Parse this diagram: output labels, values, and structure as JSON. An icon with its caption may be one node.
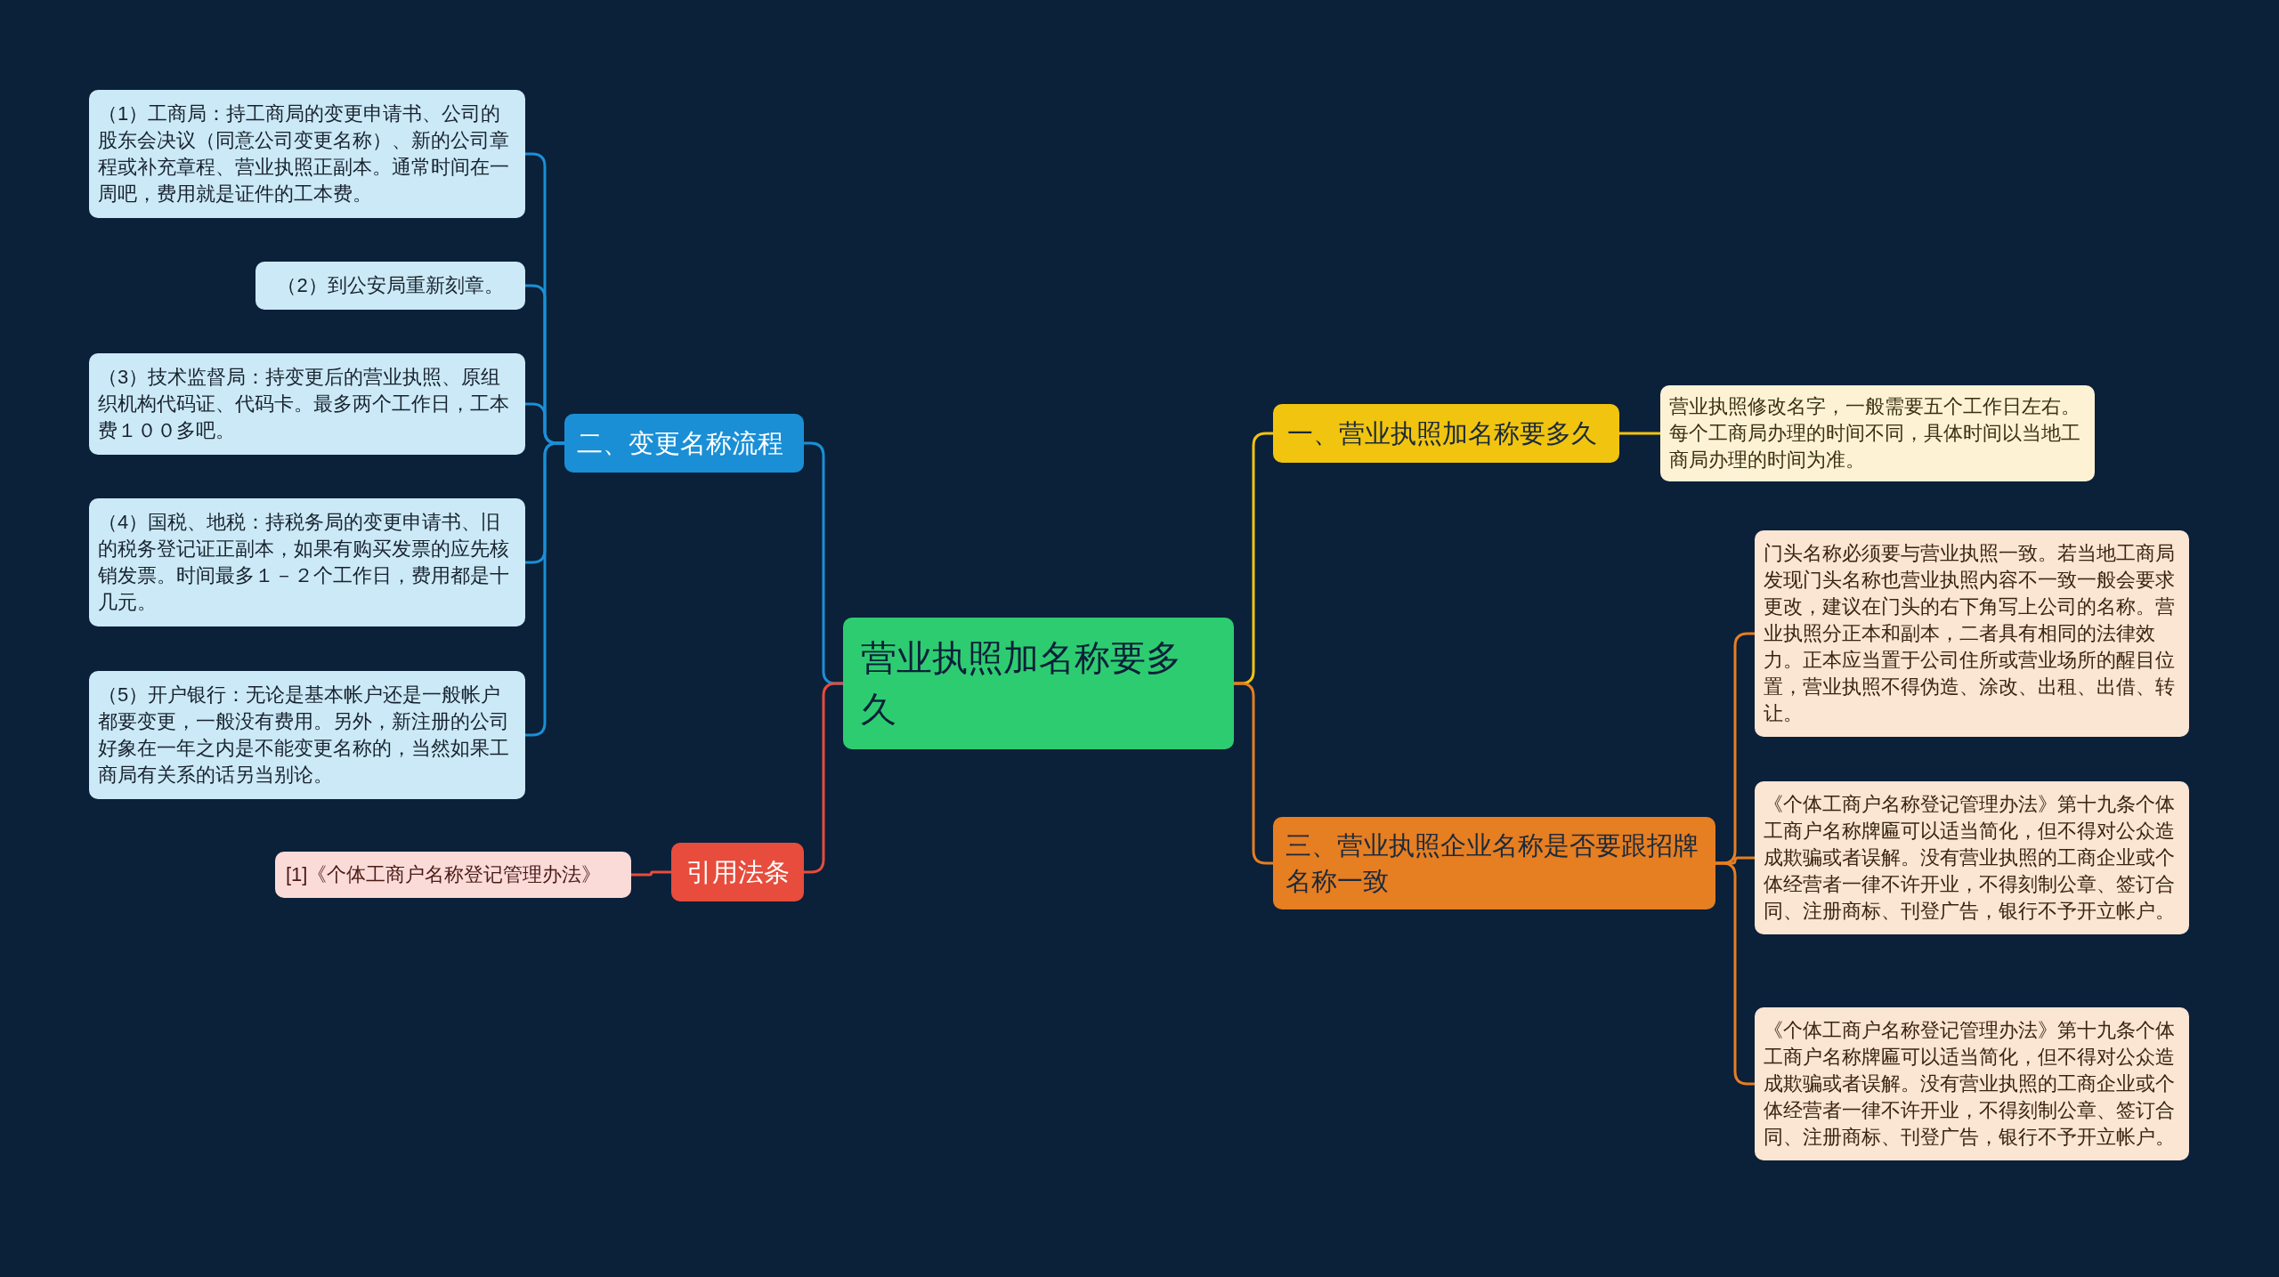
{
  "diagram": {
    "nodes": [
      {
        "text": [
          "营业执照加名称要多久"
        ]
      },
      {
        "text": [
          "一、营业执照加名称要多久"
        ]
      },
      {
        "text": [
          "营业执照修改名字，一般需要五个工作日左右。每个工商局办理的时间不同，具体时间以当地工商局办理的时间为准。"
        ]
      },
      {
        "text": [
          "二、变更名称流程"
        ]
      },
      {
        "text": [
          "（1）工商局：持工商局的变更申请书、公司的股东会决议（同意公司变更名称）、新的公司章程或补充章程、营业执照正副本。通常时间在一周吧，费用就是证件的工本费。"
        ]
      },
      {
        "text": [
          "（2）到公安局重新刻章。"
        ]
      },
      {
        "text": [
          "（3）技术监督局：持变更后的营业执照、原组织机构代码证、代码卡。最多两个工作日，工本费１００多吧。"
        ]
      },
      {
        "text": [
          "（4）国税、地税：持税务局的变更申请书、旧的税务登记证正副本，如果有购买发票的应先核销发票。时间最多１－２个工作日，费用都是十几元。"
        ]
      },
      {
        "text": [
          "（5）开户银行：无论是基本帐户还是一般帐户都要变更，一般没有费用。另外，新注册的公司好象在一年之内是不能变更名称的，当然如果工商局有关系的话另当别论。"
        ]
      },
      {
        "text": [
          "三、营业执照企业名称是否要跟招牌名称一致"
        ]
      },
      {
        "text": [
          "门头名称必须要与营业执照一致。若当地工商局发现门头名称也营业执照内容不一致一般会要求更改，建议在门头的右下角写上公司的名称。营业执照分正本和副本，二者具有相同的法律效力。正本应当置于公司住所或营业场所的醒目位置，营业执照不得伪造、涂改、出租、出借、转让。"
        ]
      },
      {
        "text": [
          "《个体工商户名称登记管理办法》第十九条个体工商户名称牌匾可以适当简化，但不得对公众造成欺骗或者误解。没有营业执照的工商企业或个体经营者一律不许开业，不得刻制公章、签订合同、注册商标、刊登广告，银行不予开立帐户。"
        ]
      },
      {
        "text": [
          "《个体工商户名称登记管理办法》第十九条个体工商户名称牌匾可以适当简化，但不得对公众造成欺骗或者误解。没有营业执照的工商企业或个体经营者一律不许开业，不得刻制公章、签订合同、注册商标、刊登广告，银行不予开立帐户。"
        ]
      },
      {
        "text": [
          "引用法条"
        ]
      },
      {
        "text": [
          "[1]《个体工商户名称登记管理办法》"
        ]
      }
    ],
    "edges": [
      {
        "from": 0,
        "to": 1,
        "arrow": "none",
        "color": "#f1c40f"
      },
      {
        "from": 1,
        "to": 2,
        "arrow": "none",
        "color": "#f1c40f"
      },
      {
        "from": 0,
        "to": 3,
        "arrow": "none"
      },
      {
        "from": 3,
        "to": 4,
        "arrow": "none"
      },
      {
        "from": 3,
        "to": 5,
        "arrow": "none"
      },
      {
        "from": 3,
        "to": 6,
        "arrow": "none"
      },
      {
        "from": 3,
        "to": 7,
        "arrow": "none"
      },
      {
        "from": 3,
        "to": 8,
        "arrow": "none"
      },
      {
        "from": 0,
        "to": 9,
        "arrow": "none",
        "color": "#e67e22"
      },
      {
        "from": 9,
        "to": 10,
        "arrow": "none",
        "color": "#e67e22"
      },
      {
        "from": 9,
        "to": 11,
        "arrow": "none",
        "color": "#e67e22"
      },
      {
        "from": 9,
        "to": 12,
        "arrow": "none",
        "color": "#e67e22"
      },
      {
        "from": 0,
        "to": 13,
        "arrow": "none",
        "color": "#e74c3c"
      },
      {
        "from": 13,
        "to": 14,
        "arrow": "none",
        "color": "#e74c3c"
      }
    ]
  }
}
